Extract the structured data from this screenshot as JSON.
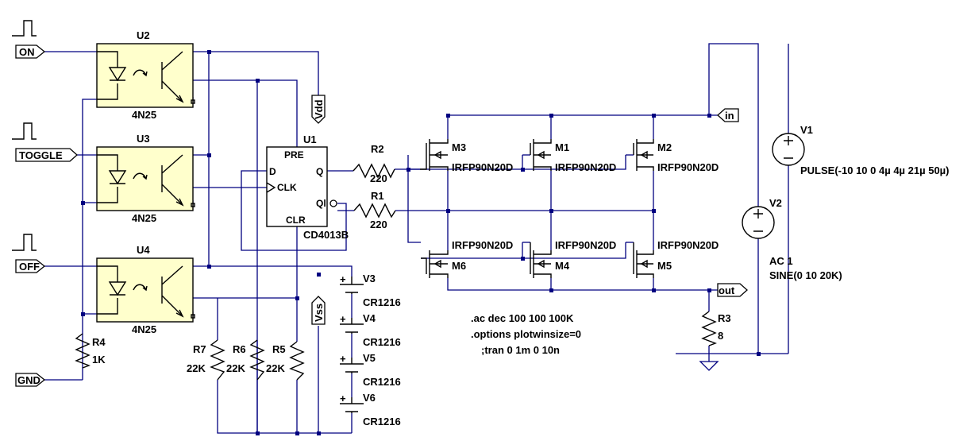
{
  "colors": {
    "wire": "#000080",
    "component": "#000000",
    "optocoupler_fill": "#ffffcc",
    "background": "#ffffff"
  },
  "icons": {
    "pulse": "pulse-waveform-icon",
    "ground": "ground-symbol-icon"
  },
  "ports": {
    "on": "ON",
    "toggle": "TOGGLE",
    "off": "OFF",
    "gnd": "GND",
    "vdd": "Vdd",
    "vss": "Vss",
    "in": "in",
    "out": "out"
  },
  "optocouplers": [
    {
      "ref": "U2",
      "part": "4N25"
    },
    {
      "ref": "U3",
      "part": "4N25"
    },
    {
      "ref": "U4",
      "part": "4N25"
    }
  ],
  "flipflop": {
    "ref": "U1",
    "part": "CD4013B",
    "pins": {
      "pre": "PRE",
      "d": "D",
      "clk": "CLK",
      "q": "Q",
      "qbar": "Ql",
      "clr": "CLR"
    }
  },
  "resistors": [
    {
      "ref": "R2",
      "value": "220"
    },
    {
      "ref": "R1",
      "value": "220"
    },
    {
      "ref": "R3",
      "value": "8"
    },
    {
      "ref": "R4",
      "value": "1K"
    },
    {
      "ref": "R5",
      "value": "22K"
    },
    {
      "ref": "R6",
      "value": "22K"
    },
    {
      "ref": "R7",
      "value": "22K"
    }
  ],
  "mosfets": [
    {
      "ref": "M3",
      "part": "IRFP90N20D"
    },
    {
      "ref": "M1",
      "part": "IRFP90N20D"
    },
    {
      "ref": "M2",
      "part": "IRFP90N20D"
    },
    {
      "ref": "M6",
      "part": "IRFP90N20D"
    },
    {
      "ref": "M4",
      "part": "IRFP90N20D"
    },
    {
      "ref": "M5",
      "part": "IRFP90N20D"
    }
  ],
  "batteries": [
    {
      "ref": "V3",
      "part": "CR1216"
    },
    {
      "ref": "V4",
      "part": "CR1216"
    },
    {
      "ref": "V5",
      "part": "CR1216"
    },
    {
      "ref": "V6",
      "part": "CR1216"
    }
  ],
  "sources": [
    {
      "ref": "V1",
      "value": "PULSE(-10 10 0 4µ 4µ 21µ 50µ)"
    },
    {
      "ref": "V2",
      "line1": "AC 1",
      "line2": "SINE(0 10 20K)"
    }
  ],
  "directives": [
    ".ac dec 100 100 100K",
    ".options plotwinsize=0",
    ";tran 0 1m 0 10n"
  ]
}
